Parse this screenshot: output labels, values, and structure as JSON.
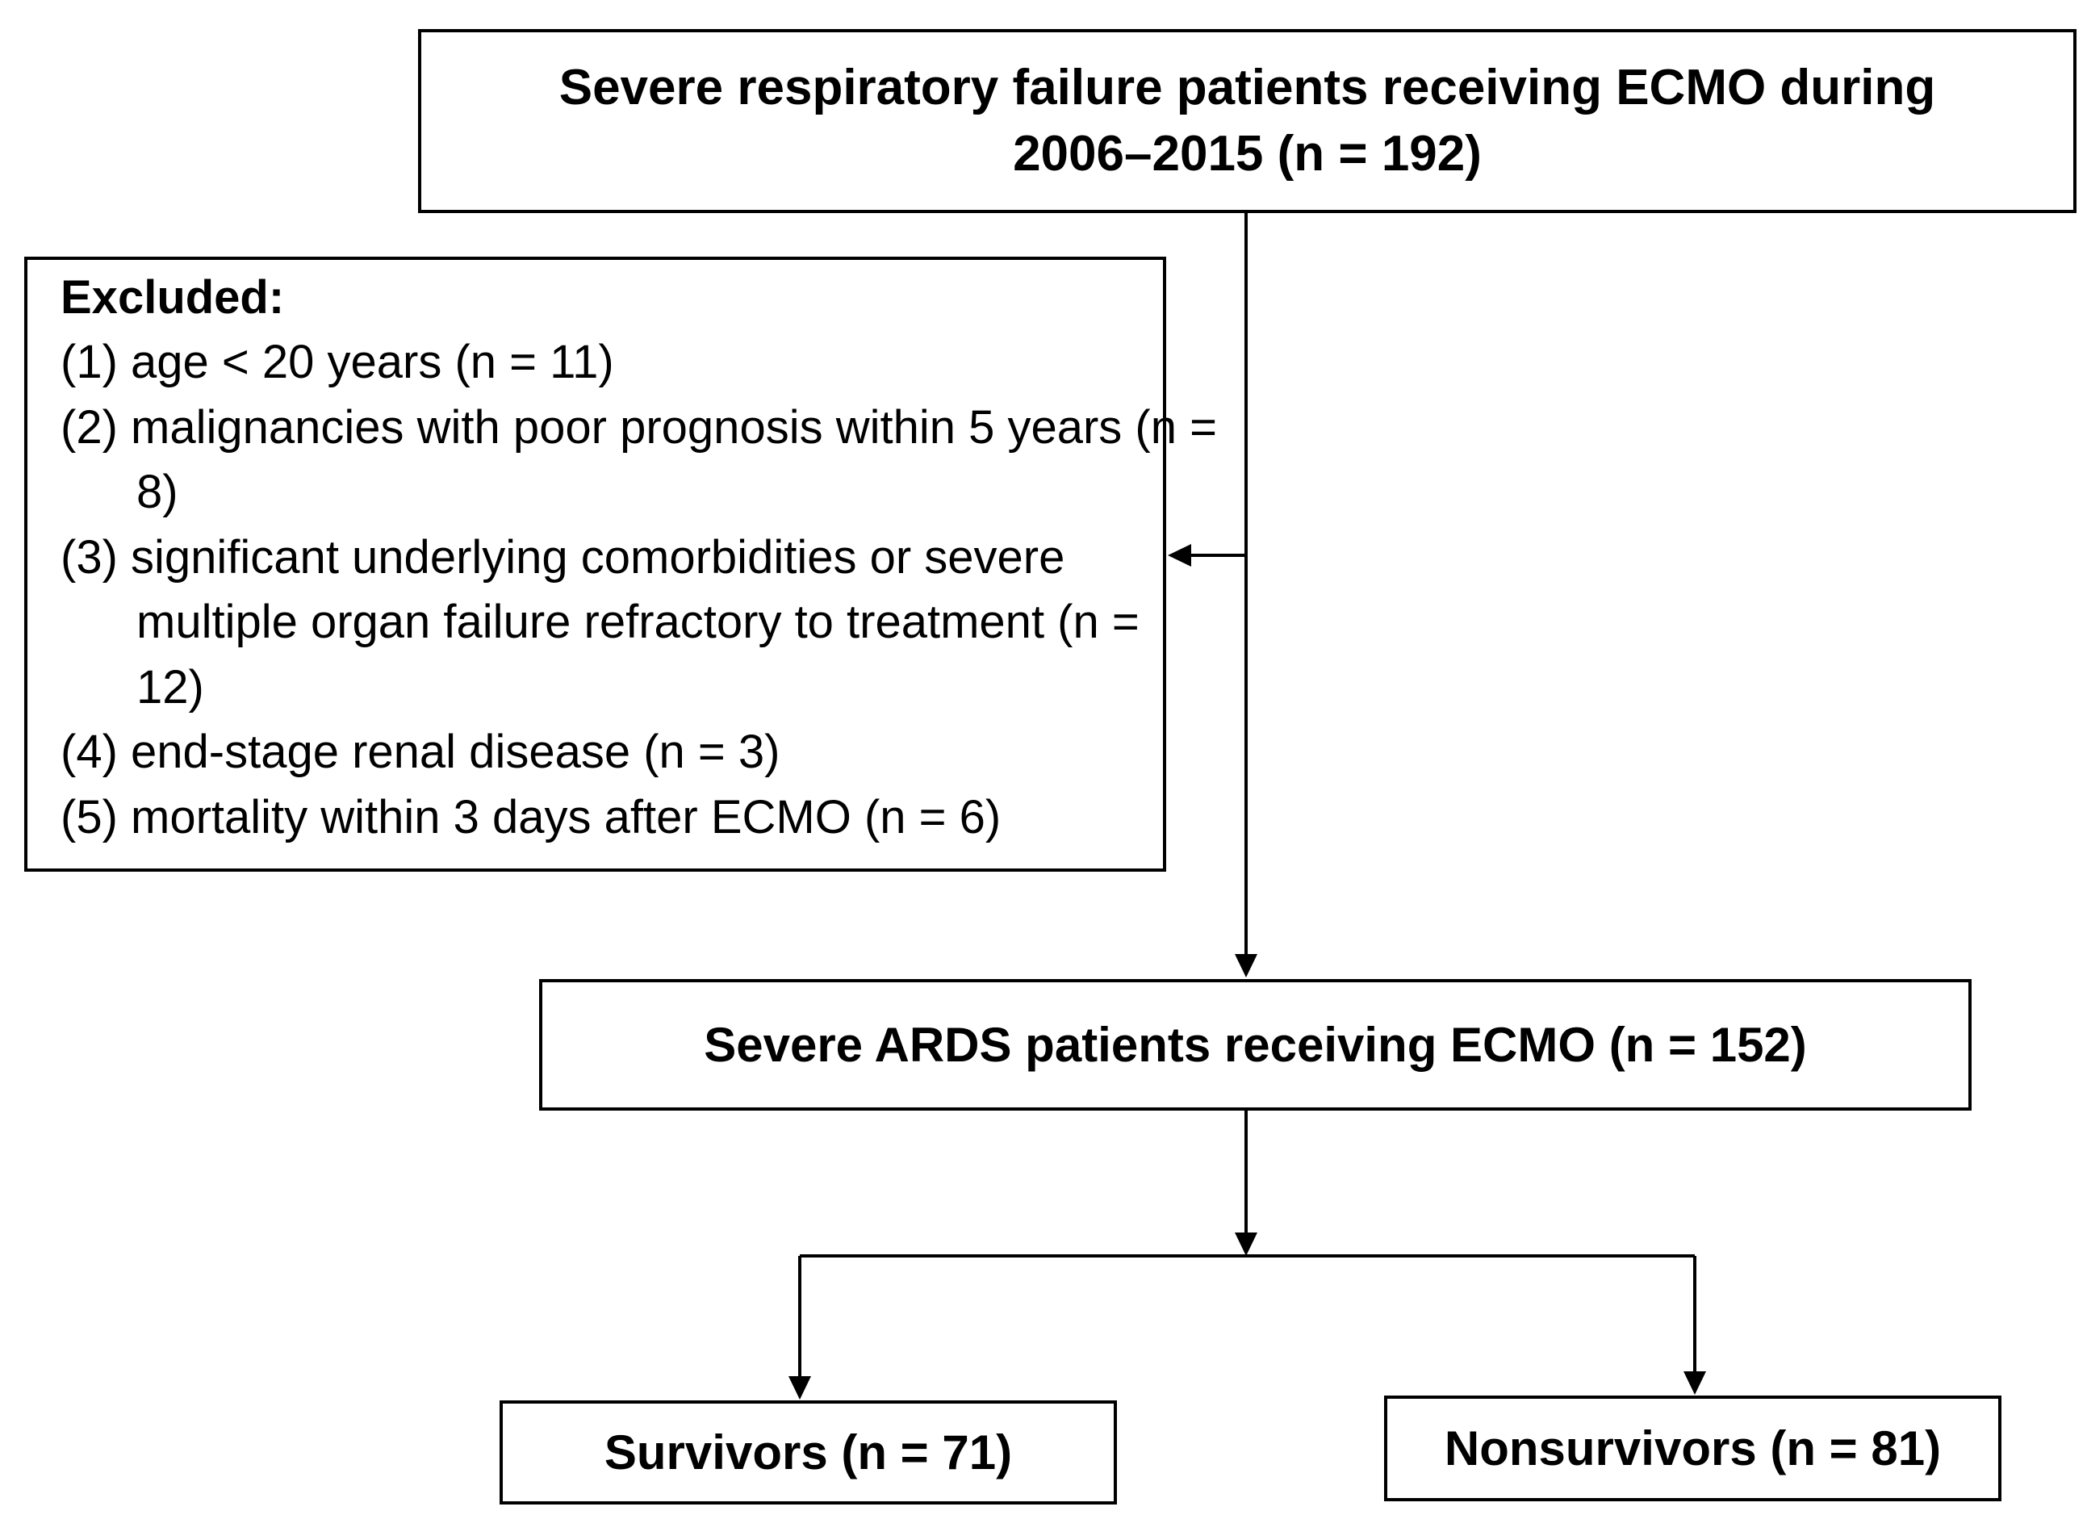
{
  "top_box": {
    "line1": "Severe respiratory failure patients receiving ECMO during",
    "line2": "2006–2015 (n = 192)"
  },
  "excluded": {
    "title": "Excluded:",
    "items": [
      {
        "number": "(1)",
        "text": "age < 20 years (n = 11)"
      },
      {
        "number": "(2)",
        "text": "malignancies with poor prognosis within 5 years (n = 8)"
      },
      {
        "number": "(3)",
        "text": "significant underlying comorbidities or severe multiple organ failure refractory to treatment (n = 12)"
      },
      {
        "number": "(4)",
        "text": "end-stage renal disease (n = 3)"
      },
      {
        "number": "(5)",
        "text": "mortality within 3 days after ECMO (n = 6)"
      }
    ]
  },
  "ards_box": {
    "label": "Severe ARDS patients receiving ECMO (n = 152)"
  },
  "survivors_box": {
    "label": "Survivors (n = 71)"
  },
  "nonsurvivors_box": {
    "label": "Nonsurvivors (n = 81)"
  },
  "colors": {
    "line": "#000000",
    "box_border": "#000000",
    "background": "#ffffff"
  }
}
